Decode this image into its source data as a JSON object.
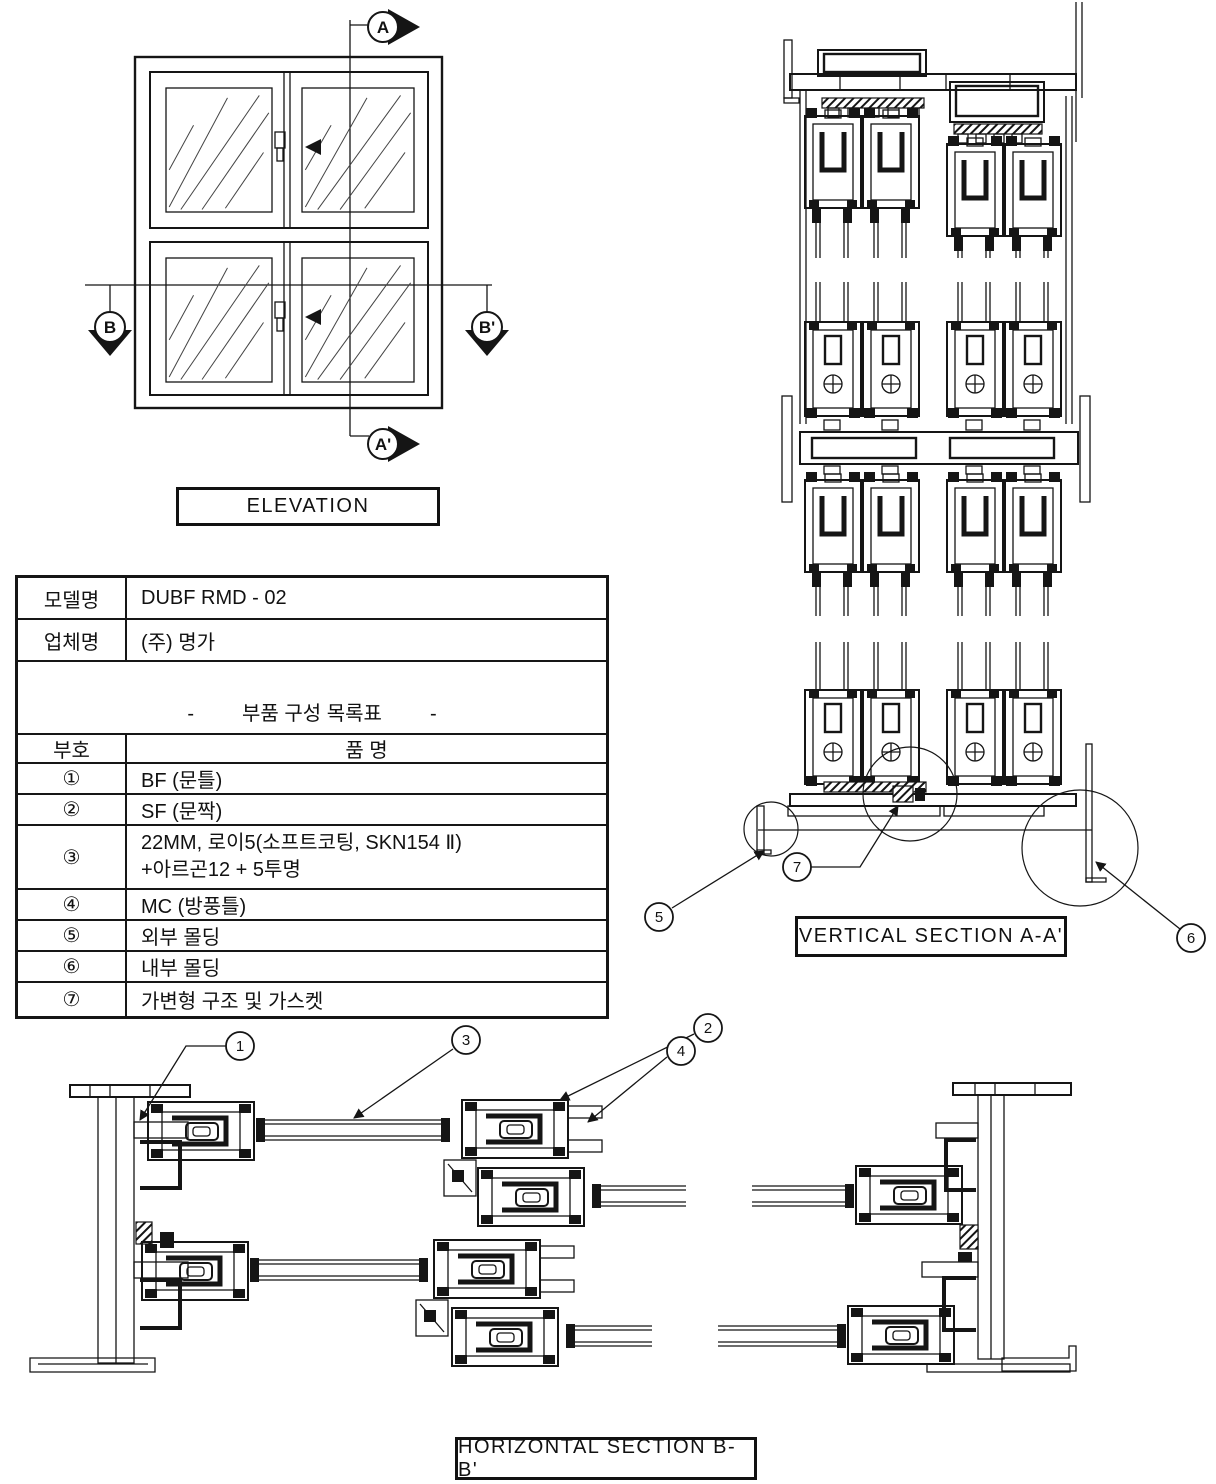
{
  "titles": {
    "elevation": "ELEVATION",
    "vertical_section": "VERTICAL SECTION A-A'",
    "horizontal_section": "HORIZONTAL SECTION B-B'"
  },
  "elevation_markers": {
    "a": "A",
    "a_prime": "A'",
    "b": "B",
    "b_prime": "B'"
  },
  "model_info": {
    "model_label": "모델명",
    "model_value": "DUBF RMD - 02",
    "company_label": "업체명",
    "company_value": "(주) 명가"
  },
  "parts_table": {
    "dash_left": "-",
    "title": "부품 구성 목록표",
    "dash_right": "-",
    "col_no": "부호",
    "col_name": "품 명",
    "rows": [
      {
        "no": "①",
        "name": "BF (문틀)"
      },
      {
        "no": "②",
        "name": "SF (문짝)"
      },
      {
        "no": "③",
        "name": "22MM, 로이5(소프트코팅, SKN154 Ⅱ)",
        "name2": "+아르곤12 + 5투명"
      },
      {
        "no": "④",
        "name": "MC (방풍틀)"
      },
      {
        "no": "⑤",
        "name": "외부 몰딩"
      },
      {
        "no": "⑥",
        "name": "내부 몰딩"
      },
      {
        "no": "⑦",
        "name": "가변형 구조 및 가스켓"
      }
    ]
  },
  "callouts": {
    "n1": "1",
    "n2": "2",
    "n3": "3",
    "n4": "4",
    "n5": "5",
    "n6": "6",
    "n7": "7"
  },
  "colors": {
    "ink": "#151515",
    "paper": "#ffffff"
  }
}
